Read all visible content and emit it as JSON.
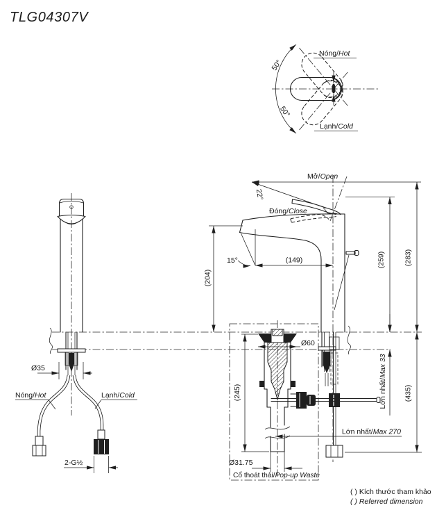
{
  "title": "TLG04307V",
  "colors": {
    "ink": "#1f1f1f",
    "background": "#ffffff"
  },
  "top_view": {
    "hot": {
      "vi": "Nóng/",
      "en": "Hot"
    },
    "cold": {
      "vi": "Lạnh/",
      "en": "Cold"
    },
    "angle_upper": "50°",
    "angle_lower": "50°"
  },
  "side_view": {
    "open": {
      "vi": "Mở/",
      "en": "Open"
    },
    "close": {
      "vi": "Đóng/",
      "en": "Close"
    },
    "open_angle": "22°",
    "spout_angle": "15°",
    "dim_spout_reach": "(149)",
    "dim_spout_height": "(204)",
    "dim_handle_height": "(259)",
    "dim_total_height": "(283)"
  },
  "below_counter": {
    "dim_body_dia": "Ø35",
    "hot": {
      "vi": "Nóng/",
      "en": "Hot"
    },
    "cold": {
      "vi": "Lạnh/",
      "en": "Cold"
    },
    "dim_thread": "2-G½",
    "dim_flange_dia": "Ø60",
    "dim_waste_height": "(245)",
    "max_deck": {
      "vi": "Lớn nhất/",
      "en": "Max 33"
    },
    "dim_under_counter": "(435)",
    "max_rod": {
      "vi": "Lớn nhất/",
      "en": "Max 270"
    },
    "dim_tail_dia": "Ø31.75",
    "waste_caption": {
      "vi": "Cổ thoát thải/",
      "en": "Pop-up Waste"
    }
  },
  "legend": {
    "line1": "( ) Kích thước tham khảo",
    "line2": "( ) Referred dimension"
  }
}
